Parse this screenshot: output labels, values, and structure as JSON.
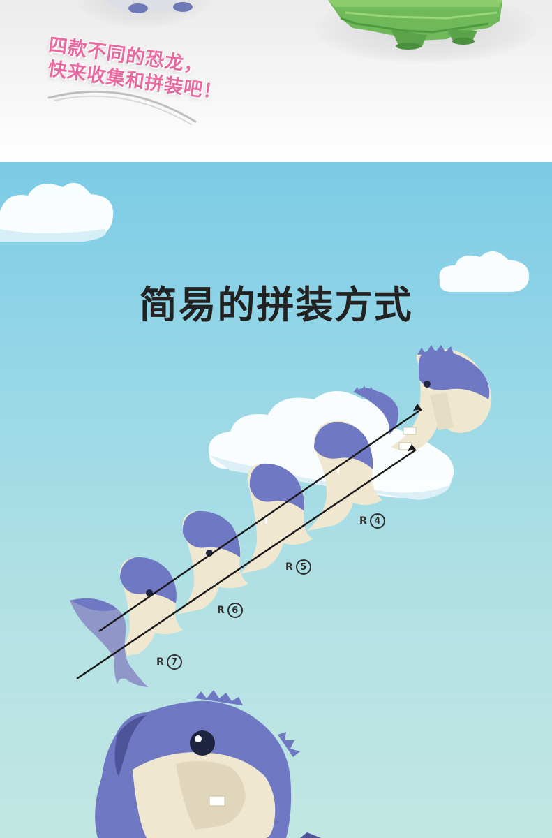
{
  "slogan": {
    "line1": "四款不同的恐龙，",
    "line2": "快来收集和拼装吧！"
  },
  "section": {
    "title": "简易的拼装方式"
  },
  "parts": [
    {
      "prefix": "R",
      "num": "4"
    },
    {
      "prefix": "R",
      "num": "5"
    },
    {
      "prefix": "R",
      "num": "6"
    },
    {
      "prefix": "R",
      "num": "7"
    }
  ],
  "colors": {
    "sky_top": "#7bcbe6",
    "sky_bottom": "#c2e6e2",
    "slogan_pink": "#e96aa0",
    "dino_blue": "#6f78c2",
    "dino_cream": "#efe7cf",
    "green_dino": "#6fb95a"
  }
}
